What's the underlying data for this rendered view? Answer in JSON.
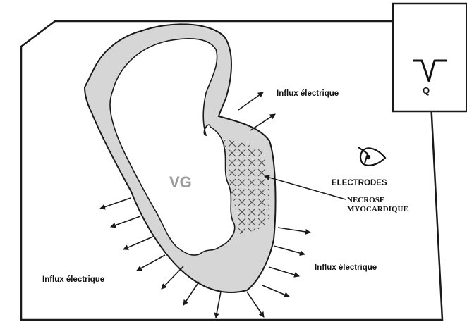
{
  "labels": {
    "vg": "VG",
    "influx_top": "Influx électrique",
    "influx_right": "Influx électrique",
    "influx_left": "Influx électrique",
    "electrodes": "ELECTRODES",
    "necrose_line1": "NECROSE",
    "necrose_line2": "MYOCARDIQUE",
    "q_wave": "Q"
  },
  "icons": {
    "eye": "eye-icon",
    "q_wave": "q-wave-icon"
  },
  "colors": {
    "line": "#1a1a1a",
    "wall_fill": "#d6d6d6",
    "background": "#ffffff"
  }
}
